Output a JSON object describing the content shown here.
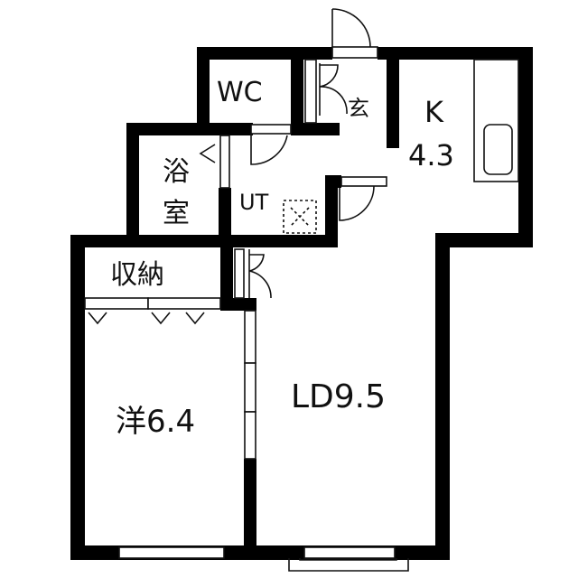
{
  "floor_plan": {
    "rooms": {
      "wc": {
        "label": "WC"
      },
      "entrance": {
        "label": "玄"
      },
      "kitchen": {
        "label": "K",
        "size": "4.3"
      },
      "bath": {
        "label_line1": "浴",
        "label_line2": "室"
      },
      "utility": {
        "label": "UT"
      },
      "storage": {
        "label": "収納"
      },
      "western_room": {
        "label": "洋6.4"
      },
      "living_dining": {
        "label": "LD9.5"
      }
    },
    "colors": {
      "wall": "#000000",
      "background": "#ffffff",
      "line": "#111111"
    }
  }
}
